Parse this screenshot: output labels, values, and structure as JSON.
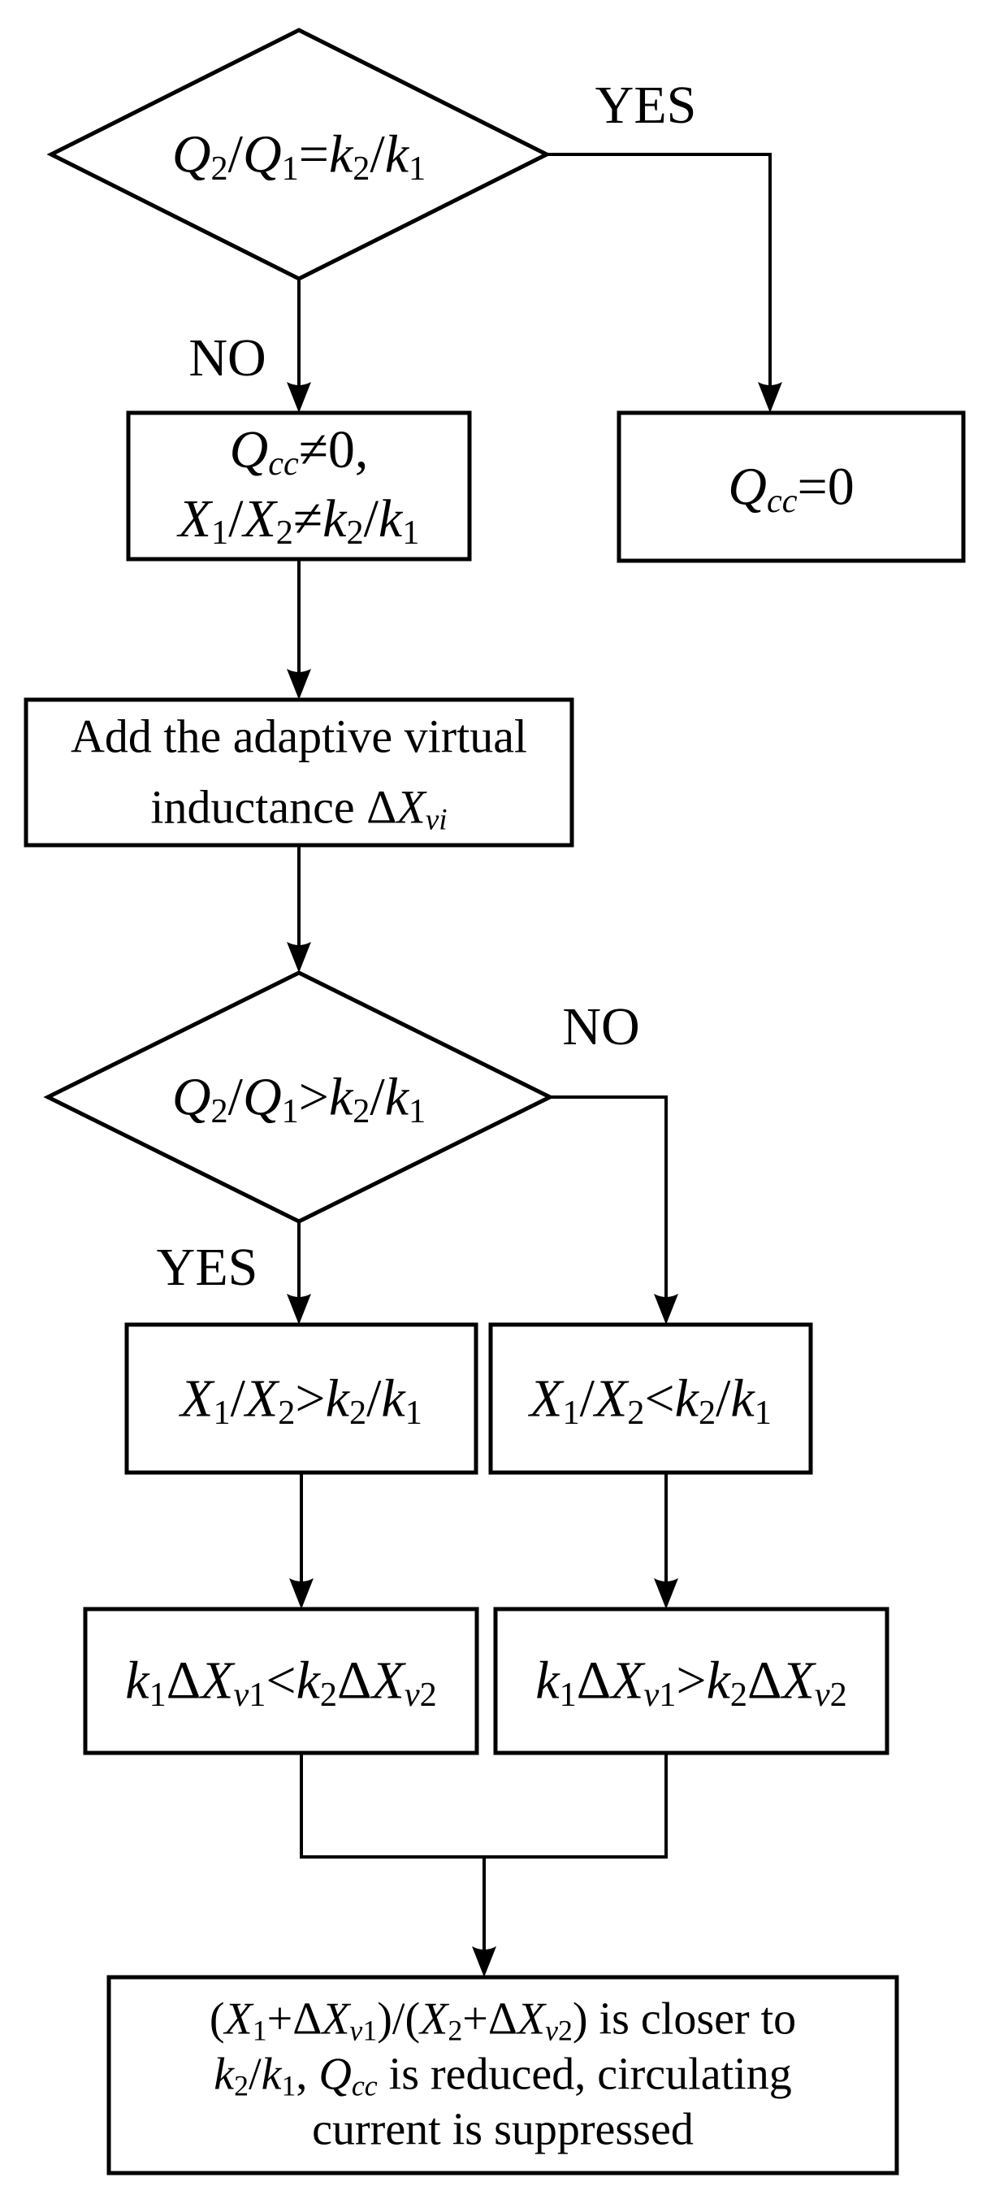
{
  "colors": {
    "background": "#ffffff",
    "line": "#000000",
    "text": "#000000"
  },
  "flowchart": {
    "decision1": {
      "condition_runs": [
        [
          "Q",
          "i"
        ],
        [
          "2",
          "s"
        ],
        [
          "/",
          ""
        ],
        [
          "Q",
          "i"
        ],
        [
          "1",
          "s"
        ],
        [
          "=",
          ""
        ],
        [
          "k",
          "i"
        ],
        [
          "2",
          "s"
        ],
        [
          "/",
          ""
        ],
        [
          "k",
          "i"
        ],
        [
          "1",
          "s"
        ]
      ],
      "yes_label": "YES",
      "no_label": "NO"
    },
    "box_qcc_nonzero": {
      "lines": [
        [
          [
            "Q",
            "i"
          ],
          [
            "cc",
            "is"
          ],
          [
            "≠0,",
            ""
          ]
        ],
        [
          [
            "X",
            "i"
          ],
          [
            "1",
            "s"
          ],
          [
            "/",
            ""
          ],
          [
            "X",
            "i"
          ],
          [
            "2",
            "s"
          ],
          [
            "≠",
            ""
          ],
          [
            "k",
            "i"
          ],
          [
            "2",
            "s"
          ],
          [
            "/",
            ""
          ],
          [
            "k",
            "i"
          ],
          [
            "1",
            "s"
          ]
        ]
      ]
    },
    "box_qcc_zero": {
      "runs": [
        [
          "Q",
          "i"
        ],
        [
          "cc",
          "is"
        ],
        [
          "=0",
          ""
        ]
      ]
    },
    "box_add_inductance": {
      "lines": [
        [
          [
            "Add the adaptive virtual",
            ""
          ]
        ],
        [
          [
            "inductance Δ",
            ""
          ],
          [
            "X",
            "i"
          ],
          [
            "vi",
            "is"
          ]
        ]
      ]
    },
    "decision2": {
      "condition_runs": [
        [
          "Q",
          "i"
        ],
        [
          "2",
          "s"
        ],
        [
          "/",
          ""
        ],
        [
          "Q",
          "i"
        ],
        [
          "1",
          "s"
        ],
        [
          ">",
          ""
        ],
        [
          "k",
          "i"
        ],
        [
          "2",
          "s"
        ],
        [
          "/",
          ""
        ],
        [
          "k",
          "i"
        ],
        [
          "1",
          "s"
        ]
      ],
      "yes_label": "YES",
      "no_label": "NO"
    },
    "box_x_ratio_greater": {
      "runs": [
        [
          "X",
          "i"
        ],
        [
          "1",
          "s"
        ],
        [
          "/",
          ""
        ],
        [
          "X",
          "i"
        ],
        [
          "2",
          "s"
        ],
        [
          ">",
          ""
        ],
        [
          "k",
          "i"
        ],
        [
          "2",
          "s"
        ],
        [
          "/",
          ""
        ],
        [
          "k",
          "i"
        ],
        [
          "1",
          "s"
        ]
      ]
    },
    "box_x_ratio_less": {
      "runs": [
        [
          "X",
          "i"
        ],
        [
          "1",
          "s"
        ],
        [
          "/",
          ""
        ],
        [
          "X",
          "i"
        ],
        [
          "2",
          "s"
        ],
        [
          "<",
          ""
        ],
        [
          "k",
          "i"
        ],
        [
          "2",
          "s"
        ],
        [
          "/",
          ""
        ],
        [
          "k",
          "i"
        ],
        [
          "1",
          "s"
        ]
      ]
    },
    "box_kdx_less": {
      "runs": [
        [
          "k",
          "i"
        ],
        [
          "1",
          "s"
        ],
        [
          "Δ",
          ""
        ],
        [
          "X",
          "i"
        ],
        [
          "v",
          "is"
        ],
        [
          "1",
          "s"
        ],
        [
          "<",
          ""
        ],
        [
          "k",
          "i"
        ],
        [
          "2",
          "s"
        ],
        [
          "Δ",
          ""
        ],
        [
          "X",
          "i"
        ],
        [
          "v",
          "is"
        ],
        [
          "2",
          "s"
        ]
      ]
    },
    "box_kdx_greater": {
      "runs": [
        [
          "k",
          "i"
        ],
        [
          "1",
          "s"
        ],
        [
          "Δ",
          ""
        ],
        [
          "X",
          "i"
        ],
        [
          "v",
          "is"
        ],
        [
          "1",
          "s"
        ],
        [
          ">",
          ""
        ],
        [
          "k",
          "i"
        ],
        [
          "2",
          "s"
        ],
        [
          "Δ",
          ""
        ],
        [
          "X",
          "i"
        ],
        [
          "v",
          "is"
        ],
        [
          "2",
          "s"
        ]
      ]
    },
    "box_conclusion": {
      "lines": [
        [
          [
            "(",
            ""
          ],
          [
            "X",
            "i"
          ],
          [
            "1",
            "s"
          ],
          [
            "+Δ",
            ""
          ],
          [
            "X",
            "i"
          ],
          [
            "v",
            "is"
          ],
          [
            "1",
            "s"
          ],
          [
            ")/(",
            ""
          ],
          [
            "X",
            "i"
          ],
          [
            "2",
            "s"
          ],
          [
            "+Δ",
            ""
          ],
          [
            "X",
            "i"
          ],
          [
            "v",
            "is"
          ],
          [
            "2",
            "s"
          ],
          [
            ") is closer to",
            ""
          ]
        ],
        [
          [
            "k",
            "i"
          ],
          [
            "2",
            "s"
          ],
          [
            "/",
            ""
          ],
          [
            "k",
            "i"
          ],
          [
            "1",
            "s"
          ],
          [
            ", ",
            ""
          ],
          [
            "Q",
            "i"
          ],
          [
            "cc",
            "is"
          ],
          [
            " is reduced, circulating",
            ""
          ]
        ],
        [
          [
            "current is suppressed",
            ""
          ]
        ]
      ]
    }
  }
}
